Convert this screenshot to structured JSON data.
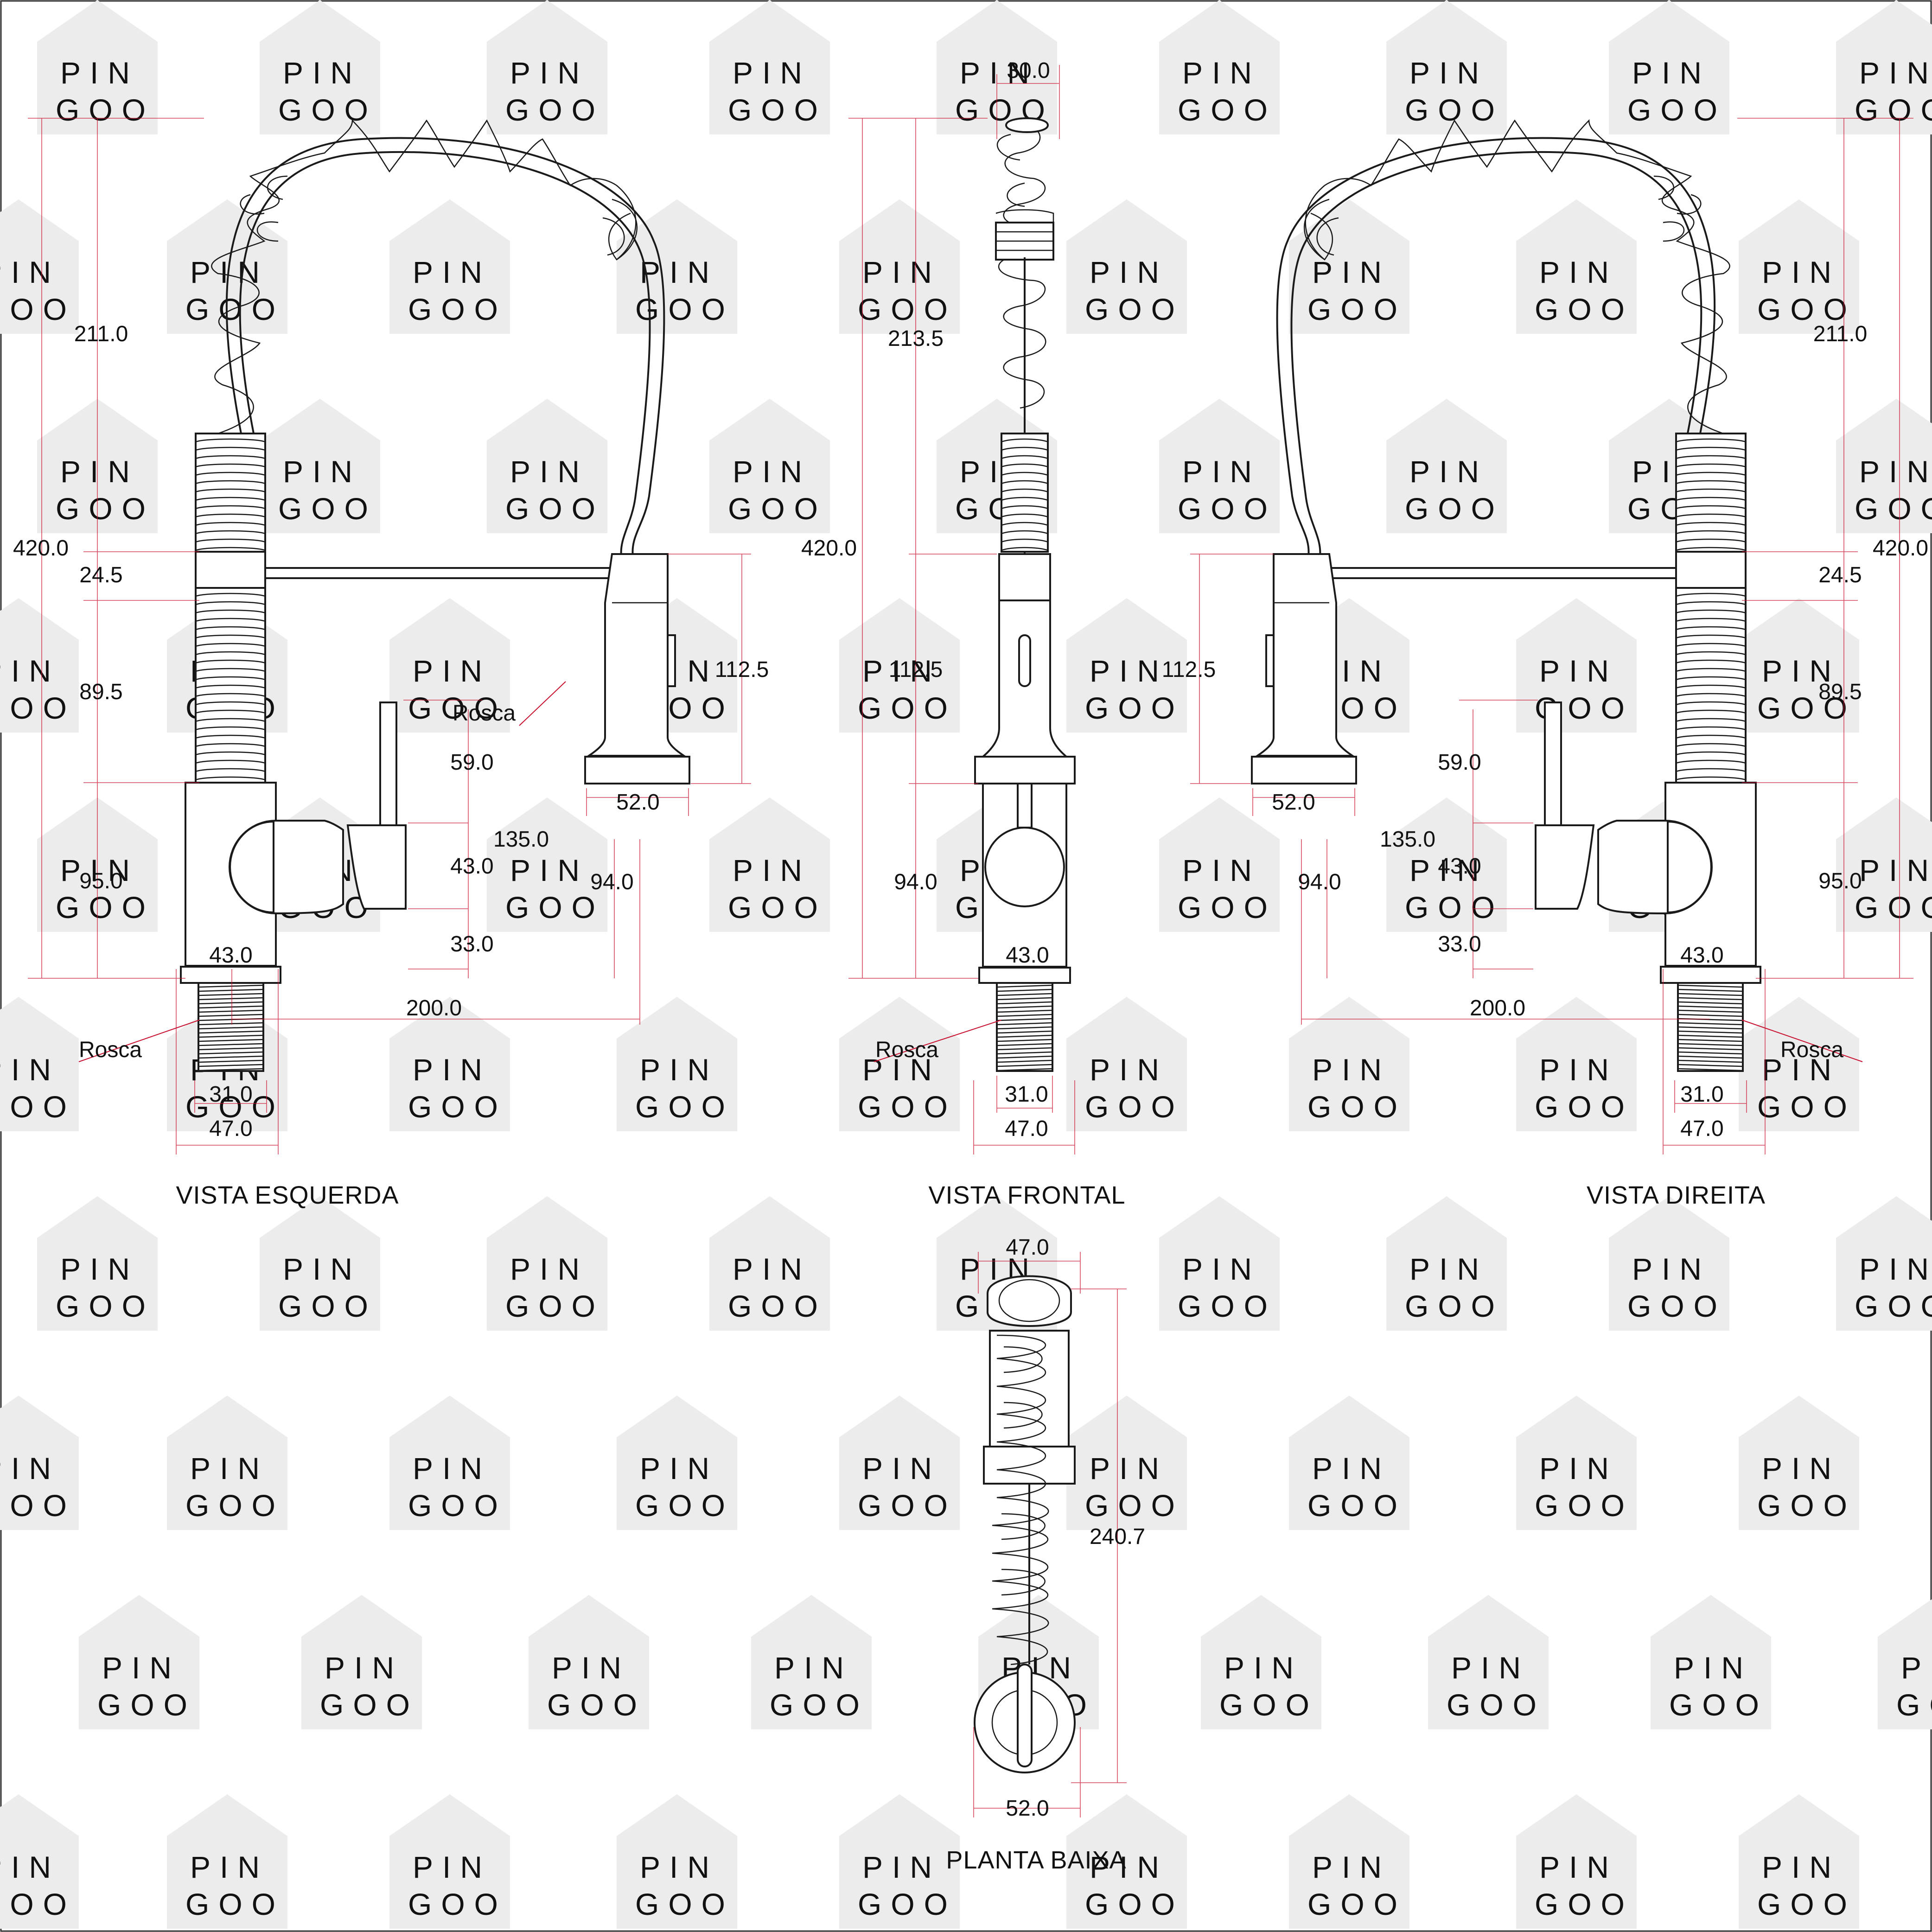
{
  "watermark": {
    "line1": "PIN",
    "line2": "GOO",
    "fill": "#ececec"
  },
  "colors": {
    "outline": "#1a1a1a",
    "dimension_line": "#c8102e",
    "background": "#ffffff"
  },
  "views": {
    "left": {
      "title": "VISTA ESQUERDA",
      "total_height": "420.0",
      "arc_height": "211.0",
      "collar_height": "24.5",
      "body_upper_height": "89.5",
      "body_lower_height": "95.0",
      "base_width": "43.0",
      "thread_width": "31.0",
      "flange_width": "47.0",
      "reach": "200.0",
      "spray_height": "112.5",
      "spray_width": "52.0",
      "handle_top": "59.0",
      "handle_mid": "43.0",
      "handle_bottom": "33.0",
      "handle_total": "135.0",
      "spout_height": "94.0",
      "thread_label": "Rosca",
      "handle_thread_label": "Rosca"
    },
    "front": {
      "title": "VISTA FRONTAL",
      "top_width": "30.0",
      "total_height": "420.0",
      "arc_height": "213.5",
      "spray_height": "112.5",
      "body_height": "94.0",
      "base_width": "43.0",
      "thread_width": "31.0",
      "flange_width": "47.0",
      "thread_label": "Rosca"
    },
    "right": {
      "title": "VISTA DIREITA",
      "total_height": "420.0",
      "arc_height": "211.0",
      "collar_height": "24.5",
      "body_upper_height": "89.5",
      "body_lower_height": "95.0",
      "base_width": "43.0",
      "thread_width": "31.0",
      "flange_width": "47.0",
      "reach": "200.0",
      "spray_height": "112.5",
      "spray_width": "52.0",
      "handle_top": "59.0",
      "handle_mid": "43.0",
      "handle_bottom": "33.0",
      "handle_total": "135.0",
      "spout_height": "94.0",
      "thread_label": "Rosca"
    },
    "top": {
      "title": "PLANTA BAIXA",
      "top_width": "47.0",
      "length": "240.7",
      "bottom_width": "52.0"
    }
  }
}
